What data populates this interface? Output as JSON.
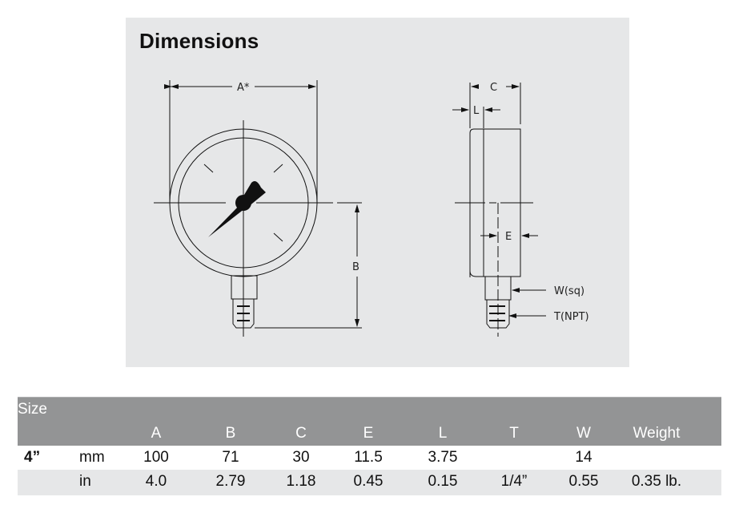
{
  "panel": {
    "title": "Dimensions",
    "labels": {
      "A": "A*",
      "B": "B",
      "C": "C",
      "L": "L",
      "E": "E",
      "W": "W(sq)",
      "T": "T(NPT)"
    }
  },
  "table": {
    "size_label": "Size",
    "columns": [
      "A",
      "B",
      "C",
      "E",
      "L",
      "T",
      "W",
      "Weight"
    ],
    "rows": [
      {
        "size": "4”",
        "unit": "mm",
        "values": [
          "100",
          "71",
          "30",
          "11.5",
          "3.75",
          "",
          "14",
          ""
        ]
      },
      {
        "size": "",
        "unit": "in",
        "values": [
          "4.0",
          "2.79",
          "1.18",
          "0.45",
          "0.15",
          "1/4”",
          "0.55",
          "0.35 lb."
        ]
      }
    ]
  },
  "colors": {
    "panel_bg": "#e6e7e8",
    "header_bg": "#939495",
    "alt_row_bg": "#e6e7e8"
  }
}
